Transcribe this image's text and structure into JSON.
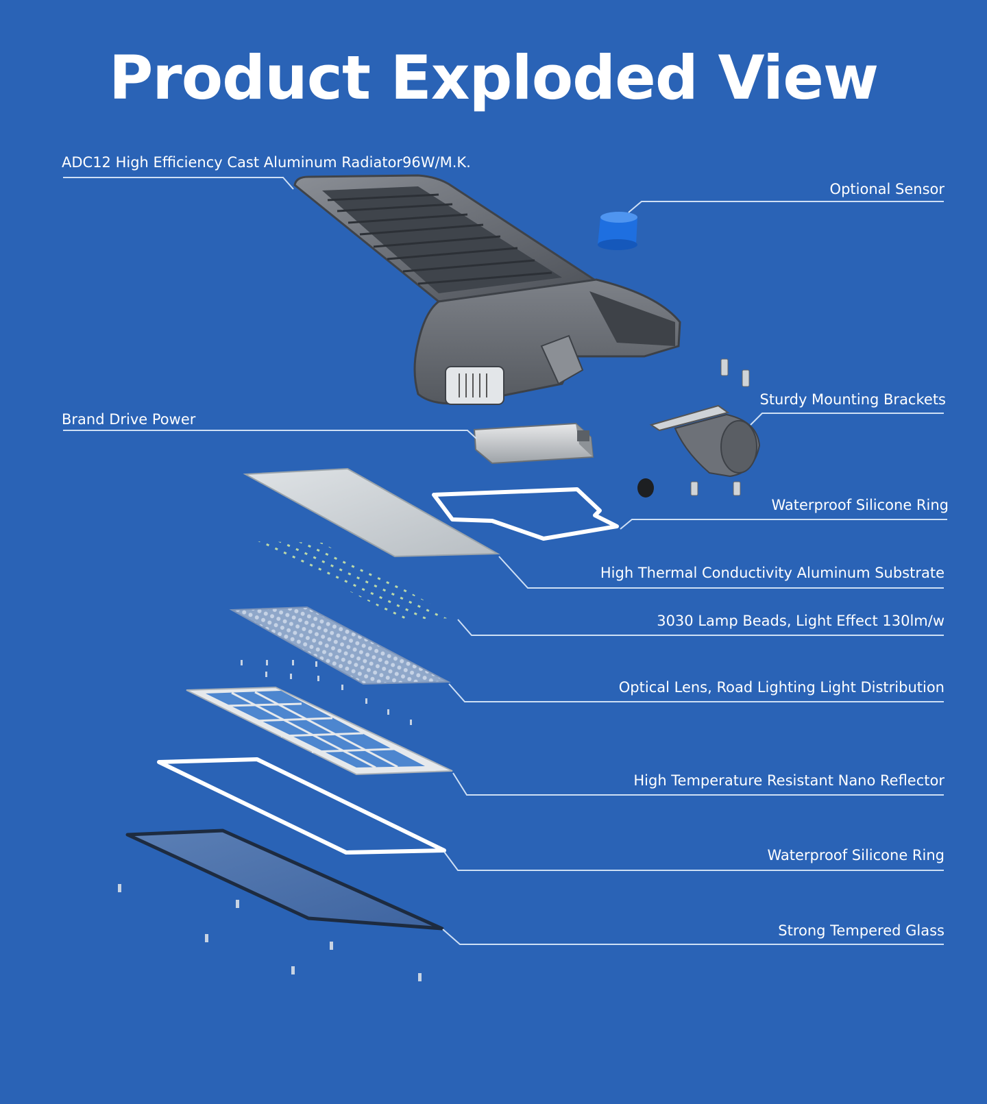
{
  "title": "Product Exploded View",
  "colors": {
    "background": "#2a63b6",
    "text": "#ffffff",
    "leader_line": "#cfe0f5",
    "sensor": "#1e6fe0",
    "housing": "#6d7178"
  },
  "labels": {
    "radiator": "ADC12 High Efficiency Cast Aluminum Radiator96W/M.K.",
    "sensor": "Optional Sensor",
    "brackets": "Sturdy Mounting Brackets",
    "drive_power": "Brand Drive Power",
    "silicone_ring_top": "Waterproof Silicone Ring",
    "substrate": "High Thermal Conductivity Aluminum Substrate",
    "lamp_beads": "3030 Lamp Beads, Light Effect 130lm/w",
    "optical_lens": "Optical Lens, Road Lighting Light Distribution",
    "reflector": "High Temperature Resistant Nano Reflector",
    "silicone_ring_bottom": "Waterproof Silicone Ring",
    "glass": "Strong Tempered Glass"
  }
}
